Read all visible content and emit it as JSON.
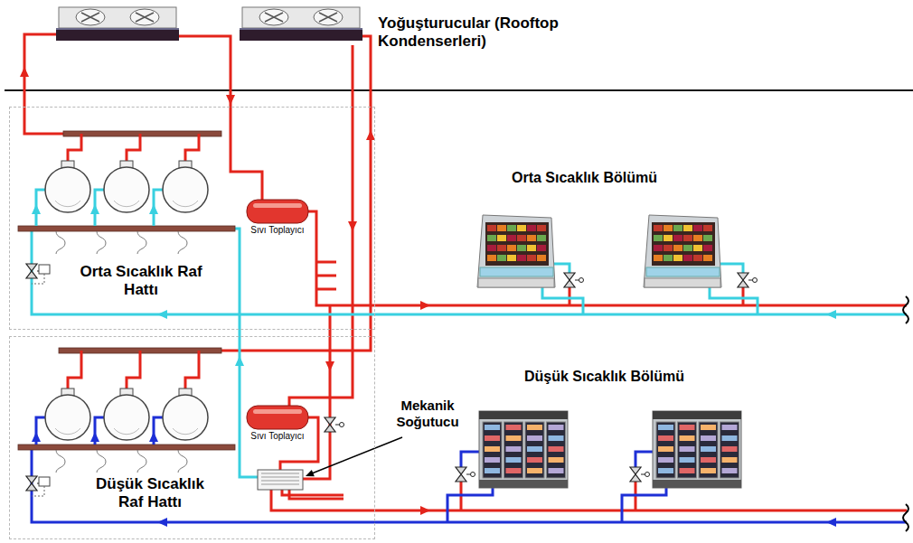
{
  "diagram": {
    "nodes": [
      {
        "text": [
          "Orta Sıcaklık Raf Hattı"
        ]
      },
      {
        "text": [
          "Sıvı Toplayıcı"
        ],
        "in": 0
      },
      {
        "text": [
          "Düşük Sıcaklık Raf Hattı"
        ]
      },
      {
        "text": [
          "Sıvı Toplayıcı"
        ],
        "in": 2
      }
    ],
    "labels": [
      "Yoğuşturucular (Rooftop Kondenserleri)",
      "Orta Sıcaklık Bölümü",
      "Düşük Sıcaklık Bölümü",
      "Mekanik Soğutucu"
    ]
  }
}
